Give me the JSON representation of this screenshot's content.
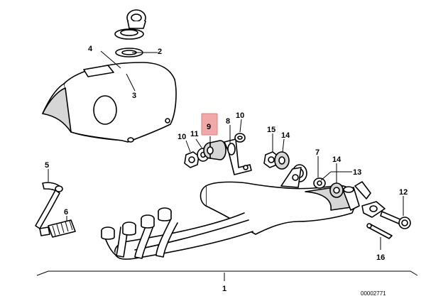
{
  "diagram": {
    "callouts": [
      {
        "id": "4",
        "label": "4"
      },
      {
        "id": "2",
        "label": "2"
      },
      {
        "id": "3",
        "label": "3"
      },
      {
        "id": "5",
        "label": "5"
      },
      {
        "id": "6",
        "label": "6"
      },
      {
        "id": "10a",
        "label": "10"
      },
      {
        "id": "11",
        "label": "11"
      },
      {
        "id": "9",
        "label": "9",
        "highlighted": true
      },
      {
        "id": "8",
        "label": "8"
      },
      {
        "id": "10b",
        "label": "10"
      },
      {
        "id": "15",
        "label": "15"
      },
      {
        "id": "14a",
        "label": "14"
      },
      {
        "id": "7",
        "label": "7"
      },
      {
        "id": "14b",
        "label": "14"
      },
      {
        "id": "13",
        "label": "13"
      },
      {
        "id": "12",
        "label": "12"
      },
      {
        "id": "16",
        "label": "16"
      },
      {
        "id": "1",
        "label": "1"
      }
    ],
    "reference_code": "00002771",
    "highlight_color": "#f0a8a8"
  }
}
